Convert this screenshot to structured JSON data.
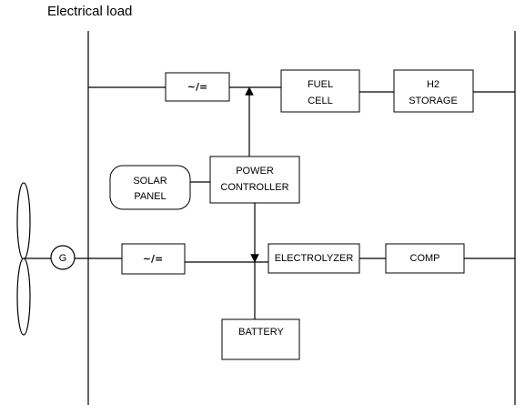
{
  "title": "Electrical load",
  "blocks": {
    "converter_top": "~/=",
    "converter_bottom": "~/=",
    "fuel_cell": [
      "FUEL",
      "CELL"
    ],
    "h2_storage": [
      "H2",
      "STORAGE"
    ],
    "power_controller": [
      "POWER",
      "CONTROLLER"
    ],
    "solar_panel": [
      "SOLAR",
      "PANEL"
    ],
    "generator": "G",
    "electrolyzer": "ELECTROLYZER",
    "comp": "COMP",
    "battery": "BATTERY"
  }
}
